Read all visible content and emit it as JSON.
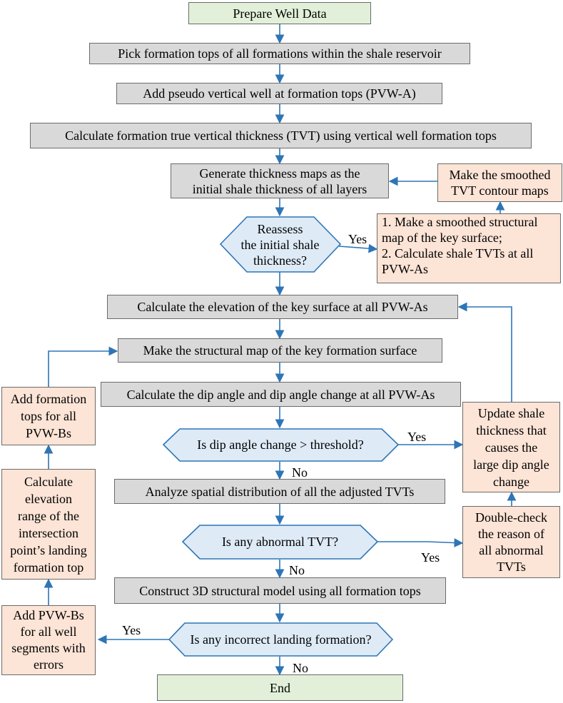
{
  "colors": {
    "process_fill": "#d9d9d9",
    "terminal_fill": "#e2f0d9",
    "side_fill": "#fce4d6",
    "decision_fill": "#deebf7",
    "decision_stroke": "#2e75b6",
    "arrow": "#2e75b6"
  },
  "nodes": {
    "start": "Prepare Well Data",
    "pick_tops": "Pick formation tops of all formations within the shale reservoir",
    "add_pvw_a": "Add pseudo vertical well at formation tops (PVW-A)",
    "calc_tvt": "Calculate formation true vertical thickness (TVT) using vertical well formation tops",
    "gen_maps_1": "Generate thickness maps as the",
    "gen_maps_2": "initial shale thickness of all layers",
    "smoothed_1": "Make the smoothed",
    "smoothed_2": "TVT contour maps",
    "reassess_1": "Reassess",
    "reassess_2": "the initial shale",
    "reassess_3": "thickness?",
    "struct_1": "1. Make a smoothed structural",
    "struct_2": "map of the key surface;",
    "struct_3": "2. Calculate shale TVTs at all",
    "struct_4": "PVW-As",
    "calc_elev": "Calculate the elevation of the key surface at all PVW-As",
    "make_struct": "Make the structural map of the key formation surface",
    "calc_dip": "Calculate the dip angle and dip angle change at all PVW-As",
    "dip_decision": "Is dip angle change > threshold?",
    "analyze": "Analyze spatial distribution of all the adjusted TVTs",
    "abnormal_decision": "Is any abnormal TVT?",
    "construct": "Construct 3D structural model using all formation tops",
    "landing_decision": "Is any incorrect landing formation?",
    "end": "End",
    "update_1": "Update shale",
    "update_2": "thickness that",
    "update_3": "causes the",
    "update_4": "large dip angle",
    "update_5": "change",
    "double_1": "Double-check",
    "double_2": "the reason of",
    "double_3": "all abnormal",
    "double_4": "TVTs",
    "add_tops_1": "Add formation",
    "add_tops_2": "tops for all",
    "add_tops_3": "PVW-Bs",
    "calc_range_1": "Calculate",
    "calc_range_2": "elevation",
    "calc_range_3": "range of the",
    "calc_range_4": "intersection",
    "calc_range_5": "point’s landing",
    "calc_range_6": "formation top",
    "add_pvw_b_1": "Add PVW-Bs",
    "add_pvw_b_2": "for all well",
    "add_pvw_b_3": "segments with",
    "add_pvw_b_4": "errors"
  },
  "labels": {
    "yes_reassess": "Yes",
    "yes_dip": "Yes",
    "no_dip": "No",
    "yes_abnormal": "Yes",
    "no_abnormal": "No",
    "yes_landing": "Yes",
    "no_landing": "No"
  }
}
